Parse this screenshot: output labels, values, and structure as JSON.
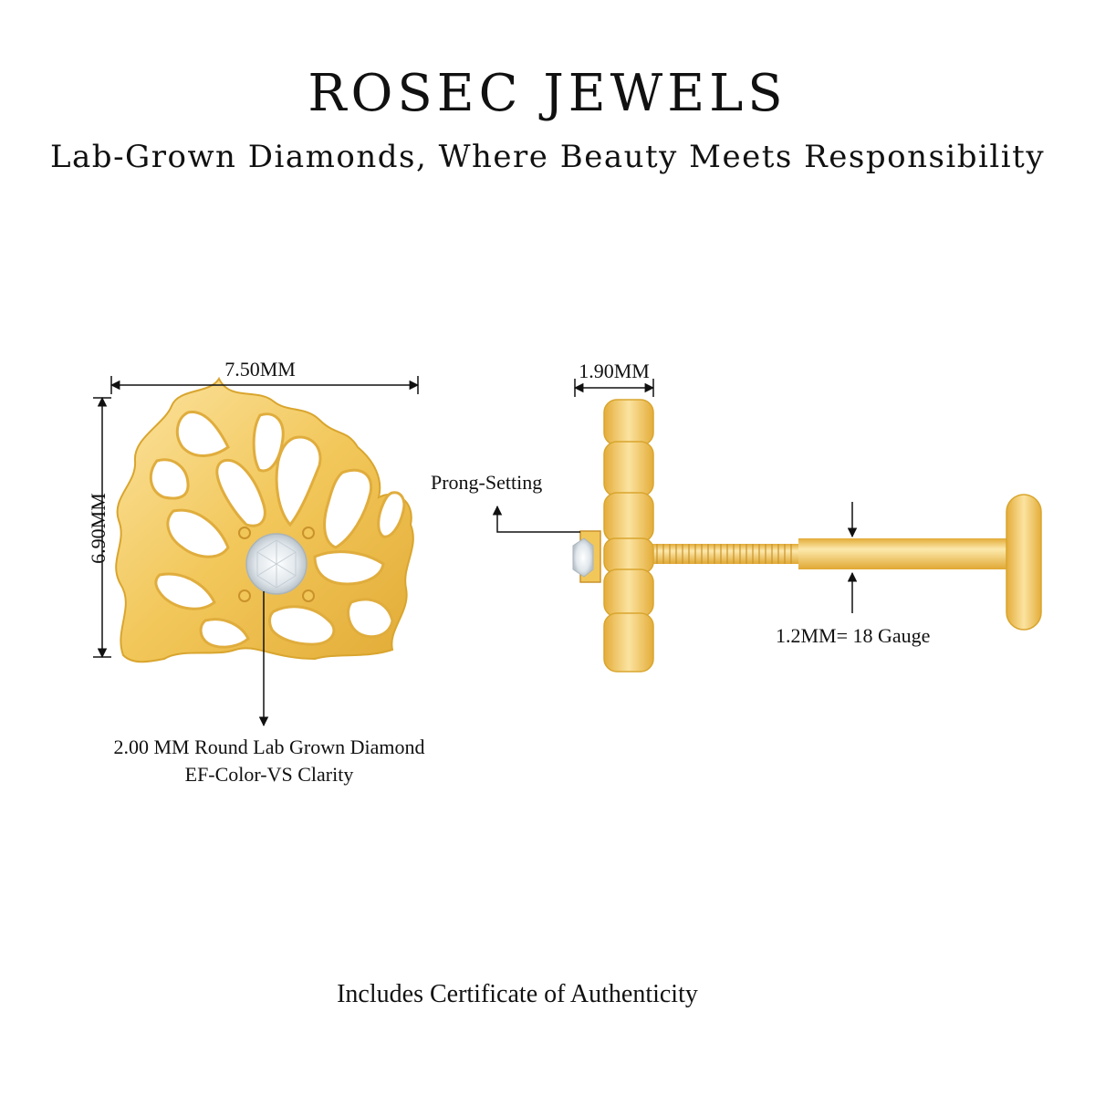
{
  "header": {
    "brand": "ROSEC JEWELS",
    "tagline": "Lab-Grown Diamonds, Where Beauty Meets Responsibility"
  },
  "front_view": {
    "width_label": "7.50MM",
    "height_label": "6.90MM",
    "stone_label_line1": "2.00 MM Round Lab Grown Diamond",
    "stone_label_line2": "EF-Color-VS Clarity"
  },
  "side_view": {
    "thickness_label": "1.90MM",
    "setting_label": "Prong-Setting",
    "gauge_label": "1.2MM= 18 Gauge"
  },
  "footer": {
    "certificate": "Includes Certificate of Authenticity"
  },
  "colors": {
    "gold": "#f2c75a",
    "gold_dark": "#d9a52e",
    "gold_light": "#fbe7a8",
    "diamond": "#e9eef2",
    "text": "#111111"
  },
  "icons": [
    "arrow-up-icon",
    "arrow-down-icon",
    "arrow-left-icon",
    "arrow-right-icon"
  ]
}
